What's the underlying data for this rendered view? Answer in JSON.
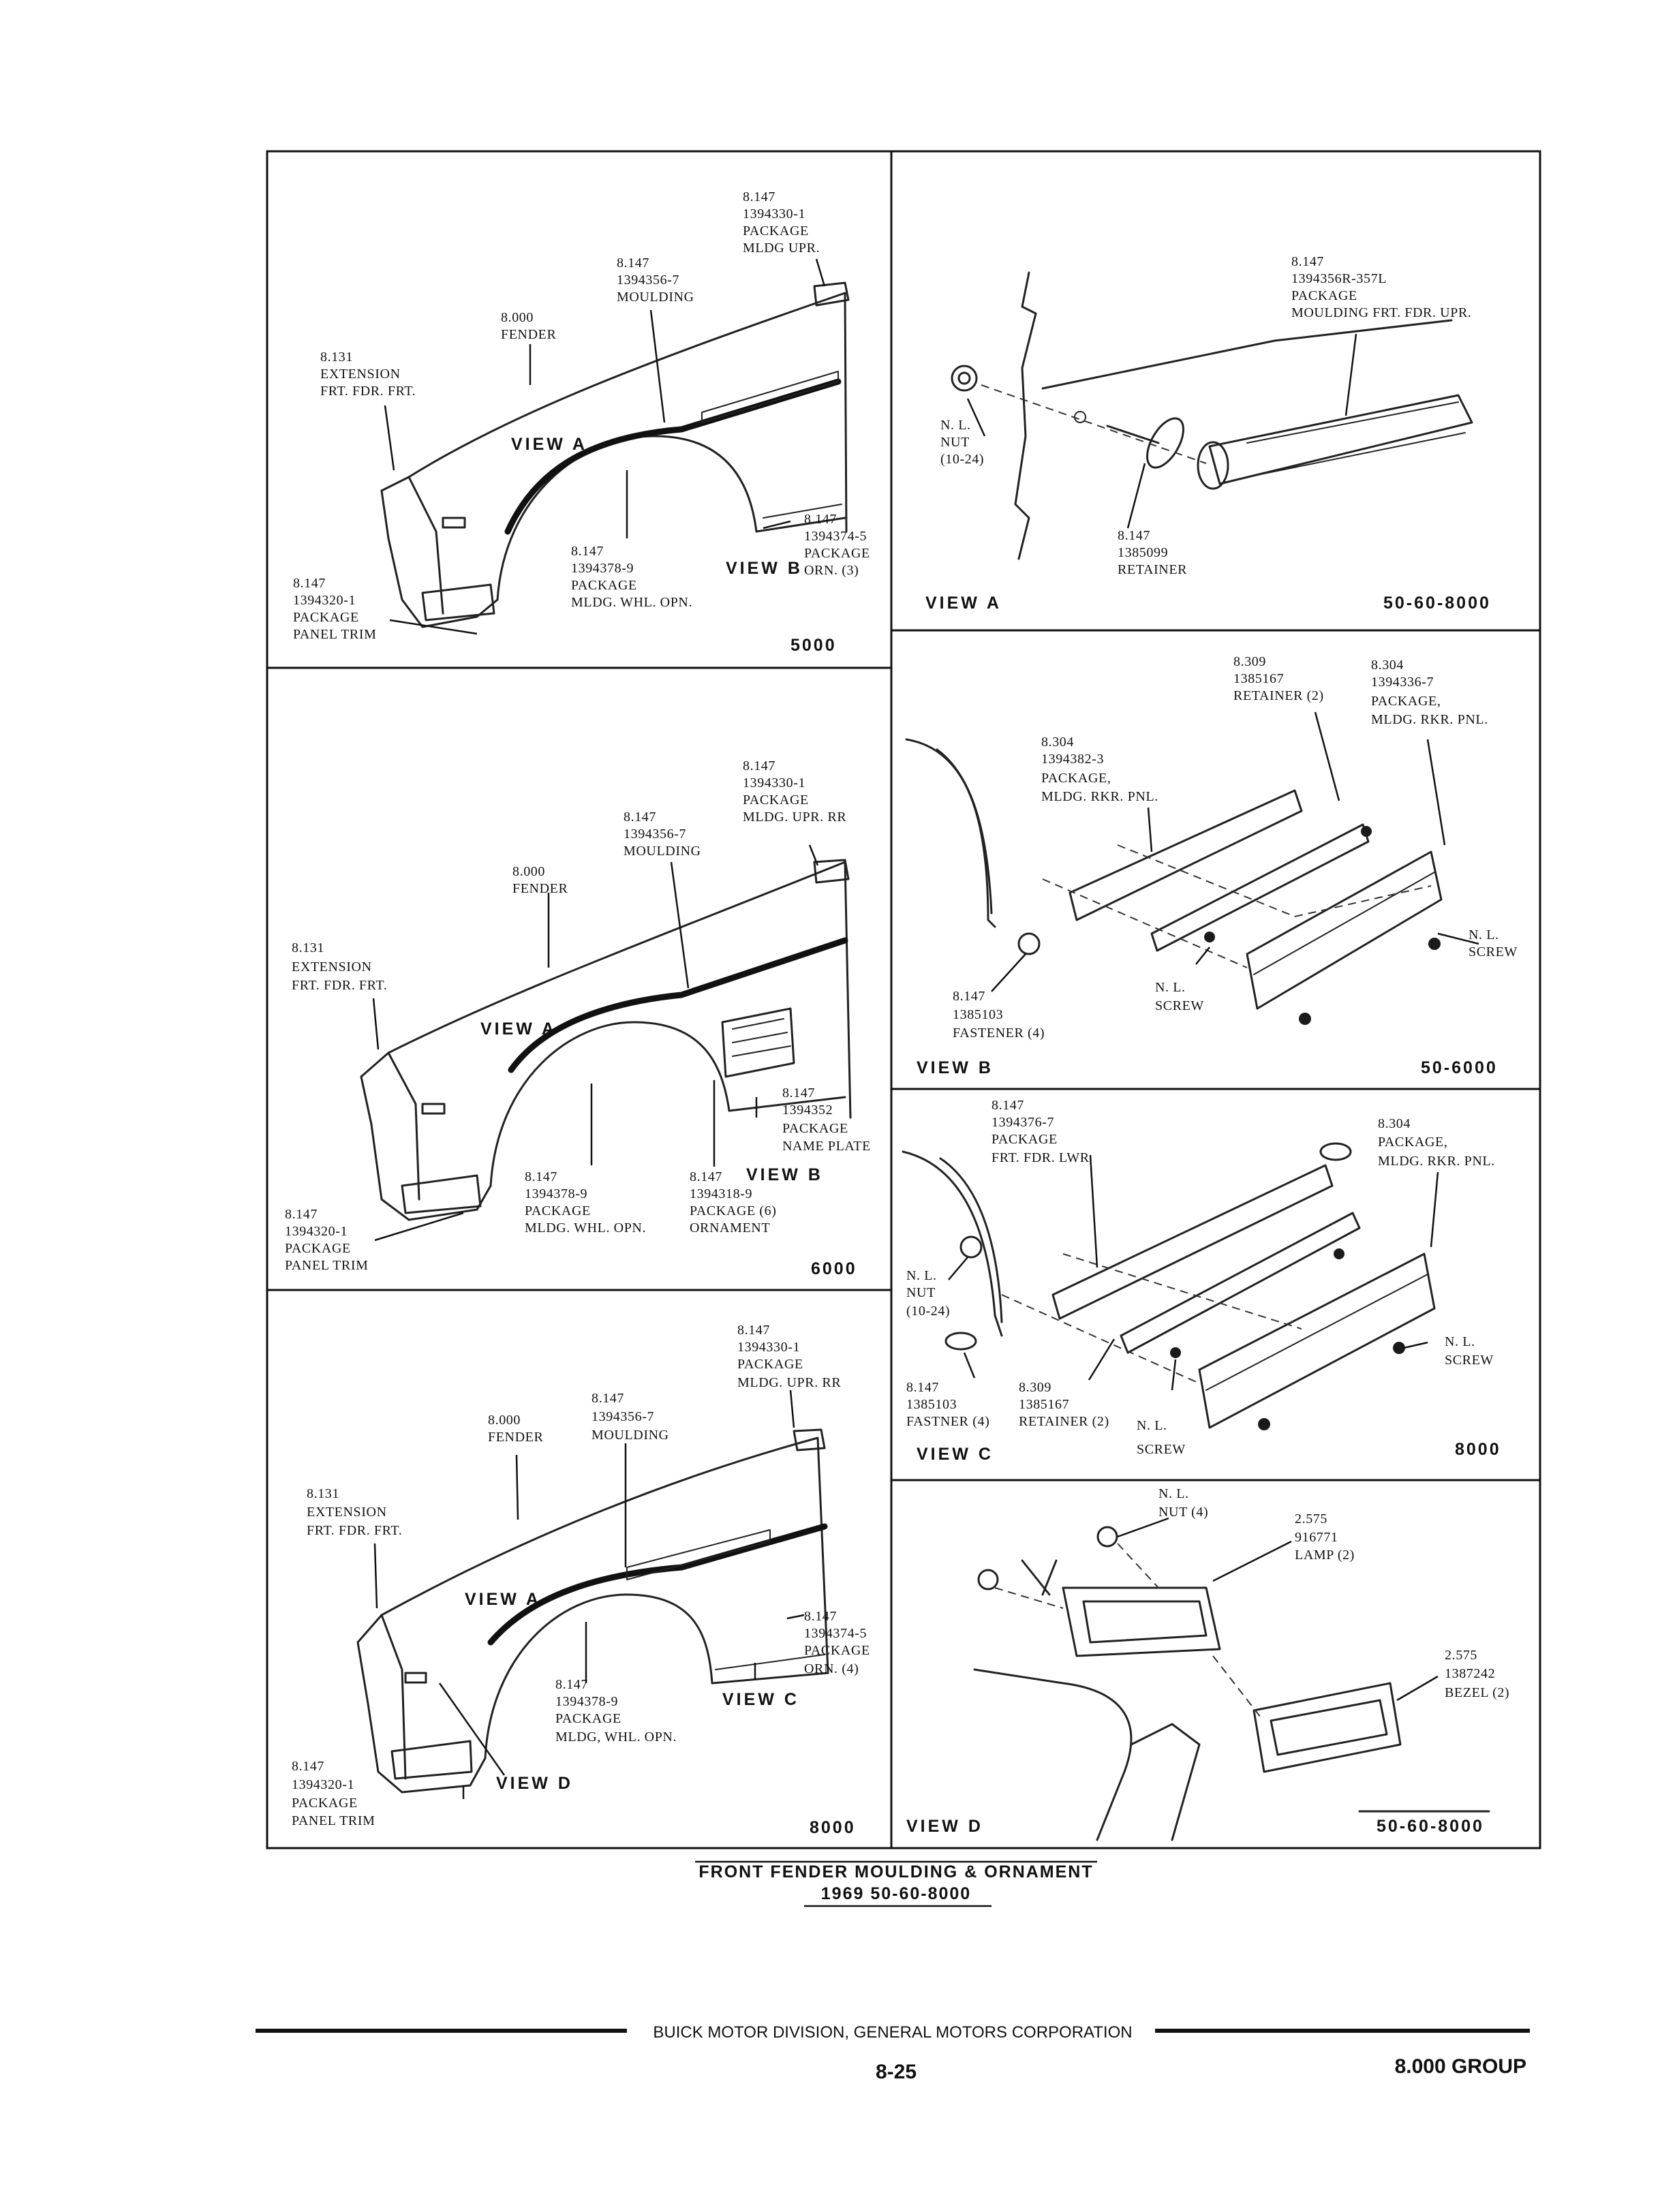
{
  "panels": {
    "p5000": {
      "code": "5000",
      "labels": {
        "a1": "8.147",
        "a2": "1394330-1",
        "a3": "PACKAGE",
        "a4": "MLDG UPR.",
        "b1": "8.147",
        "b2": "1394356-7",
        "b3": "MOULDING",
        "c1": "8.000",
        "c2": "FENDER",
        "d1": "8.131",
        "d2": "EXTENSION",
        "d3": "FRT. FDR. FRT.",
        "e1": "8.147",
        "e2": "1394374-5",
        "e3": "PACKAGE",
        "e4": "ORN. (3)",
        "f1": "8.147",
        "f2": "1394378-9",
        "f3": "PACKAGE",
        "f4": "MLDG. WHL. OPN.",
        "g1": "8.147",
        "g2": "1394320-1",
        "g3": "PACKAGE",
        "g4": "PANEL TRIM",
        "viewA": "VIEW A",
        "viewB": "VIEW B"
      }
    },
    "pViewA": {
      "title": "VIEW A",
      "code": "50-60-8000",
      "labels": {
        "a1": "8.147",
        "a2": "1394356R-357L",
        "a3": "PACKAGE",
        "a4": "MOULDING FRT. FDR. UPR.",
        "b1": "N. L.",
        "b2": "NUT",
        "b3": "(10-24)",
        "c1": "8.147",
        "c2": "1385099",
        "c3": "RETAINER"
      }
    },
    "p6000": {
      "code": "6000",
      "labels": {
        "a1": "8.147",
        "a2": "1394330-1",
        "a3": "PACKAGE",
        "a4": "MLDG. UPR. RR",
        "b1": "8.147",
        "b2": "1394356-7",
        "b3": "MOULDING",
        "c1": "8.000",
        "c2": "FENDER",
        "d1": "8.131",
        "d2": "EXTENSION",
        "d3": "FRT. FDR. FRT.",
        "e1": "8.147",
        "e2": "1394352",
        "e3": "PACKAGE",
        "e4": "NAME PLATE",
        "f1": "8.147",
        "f2": "1394378-9",
        "f3": "PACKAGE",
        "f4": "MLDG. WHL. OPN.",
        "h1": "8.147",
        "h2": "1394318-9",
        "h3": "PACKAGE (6)",
        "h4": "ORNAMENT",
        "g1": "8.147",
        "g2": "1394320-1",
        "g3": "PACKAGE",
        "g4": "PANEL TRIM",
        "viewA": "VIEW A",
        "viewB": "VIEW B"
      }
    },
    "pViewB": {
      "title": "VIEW B",
      "code": "50-6000",
      "labels": {
        "a1": "8.309",
        "a2": "1385167",
        "a3": "RETAINER (2)",
        "b1": "8.304",
        "b2": "1394336-7",
        "b3": "PACKAGE,",
        "b4": "MLDG. RKR. PNL.",
        "c1": "8.304",
        "c2": "1394382-3",
        "c3": "PACKAGE,",
        "c4": "MLDG. RKR. PNL.",
        "d1": "N. L.",
        "d2": "SCREW",
        "e1": "N. L.",
        "e2": "SCREW",
        "f1": "8.147",
        "f2": "1385103",
        "f3": "FASTENER (4)"
      }
    },
    "p8000": {
      "code": "8000",
      "labels": {
        "a1": "8.147",
        "a2": "1394330-1",
        "a3": "PACKAGE",
        "a4": "MLDG. UPR. RR",
        "b1": "8.147",
        "b2": "1394356-7",
        "b3": "MOULDING",
        "c1": "8.000",
        "c2": "FENDER",
        "d1": "8.131",
        "d2": "EXTENSION",
        "d3": "FRT. FDR. FRT.",
        "e1": "8.147",
        "e2": "1394374-5",
        "e3": "PACKAGE",
        "e4": "ORN. (4)",
        "f1": "8.147",
        "f2": "1394378-9",
        "f3": "PACKAGE",
        "f4": "MLDG, WHL. OPN.",
        "g1": "8.147",
        "g2": "1394320-1",
        "g3": "PACKAGE",
        "g4": "PANEL TRIM",
        "viewA": "VIEW A",
        "viewC": "VIEW C",
        "viewD": "VIEW D"
      }
    },
    "pViewC": {
      "title": "VIEW C",
      "code": "8000",
      "labels": {
        "a1": "8.147",
        "a2": "1394376-7",
        "a3": "PACKAGE",
        "a4": "FRT. FDR. LWR",
        "b1": "8.304",
        "b2": "PACKAGE,",
        "b3": "MLDG. RKR. PNL.",
        "c1": "N. L.",
        "c2": "NUT",
        "c3": "(10-24)",
        "d1": "N. L.",
        "d2": "SCREW",
        "e1": "8.147",
        "e2": "1385103",
        "e3": "FASTNER (4)",
        "f1": "8.309",
        "f2": "1385167",
        "f3": "RETAINER (2)",
        "g1": "N. L.",
        "g2": "SCREW"
      }
    },
    "pViewD": {
      "title": "VIEW D",
      "code": "50-60-8000",
      "labels": {
        "a1": "N. L.",
        "a2": "NUT (4)",
        "b1": "2.575",
        "b2": "916771",
        "b3": "LAMP (2)",
        "c1": "2.575",
        "c2": "1387242",
        "c3": "BEZEL (2)"
      }
    }
  },
  "caption": {
    "title": "FRONT FENDER MOULDING & ORNAMENT",
    "subtitle": "1969 50-60-8000"
  },
  "footer": {
    "division": "BUICK MOTOR DIVISION, GENERAL MOTORS CORPORATION",
    "page": "8-25",
    "group": "8.000 GROUP"
  }
}
